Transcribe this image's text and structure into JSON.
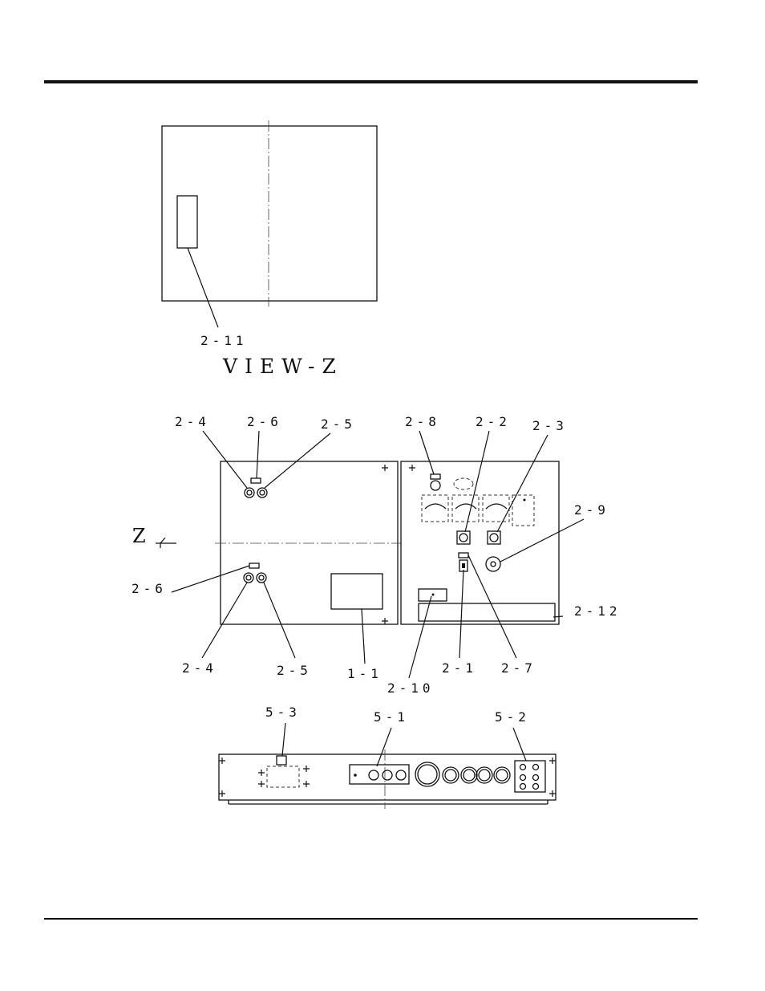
{
  "view_title": "VIEW-Z",
  "z_marker": "Z",
  "labels": {
    "l_2_11": "2-11",
    "l_2_4_top": "2-4",
    "l_2_6_top": "2-6",
    "l_2_5_top": "2-5",
    "l_2_8": "2-8",
    "l_2_2": "2-2",
    "l_2_3": "2-3",
    "l_2_9": "2-9",
    "l_2_6_mid": "2-6",
    "l_2_12": "2-12",
    "l_2_4_bot": "2-4",
    "l_2_5_bot": "2-5",
    "l_1_1": "1-1",
    "l_2_1": "2-1",
    "l_2_7": "2-7",
    "l_2_10": "2-10",
    "l_5_3": "5-3",
    "l_5_1": "5-1",
    "l_5_2": "5-2"
  }
}
